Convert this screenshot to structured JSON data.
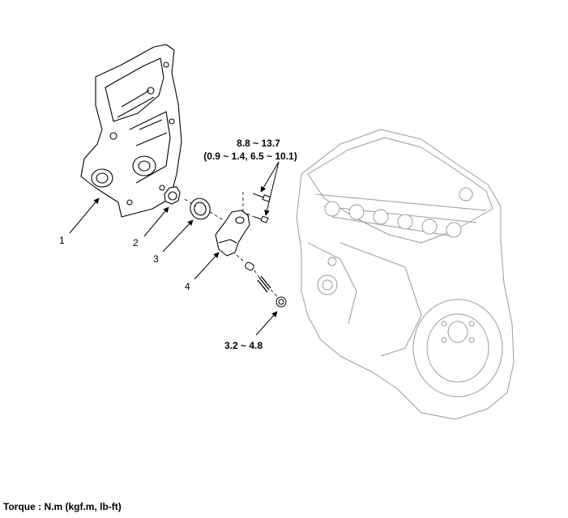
{
  "callouts": {
    "part_1": "1",
    "part_2": "2",
    "part_3": "3",
    "part_4": "4"
  },
  "torque_specs": {
    "bolts_line1": "8.8 ~ 13.7",
    "bolts_line2": "(0.9 ~ 1.4, 6.5 ~ 10.1)",
    "plug": "3.2 ~ 4.8"
  },
  "footer": {
    "units_note": "Torque : N.m (kgf.m, lb-ft)"
  }
}
